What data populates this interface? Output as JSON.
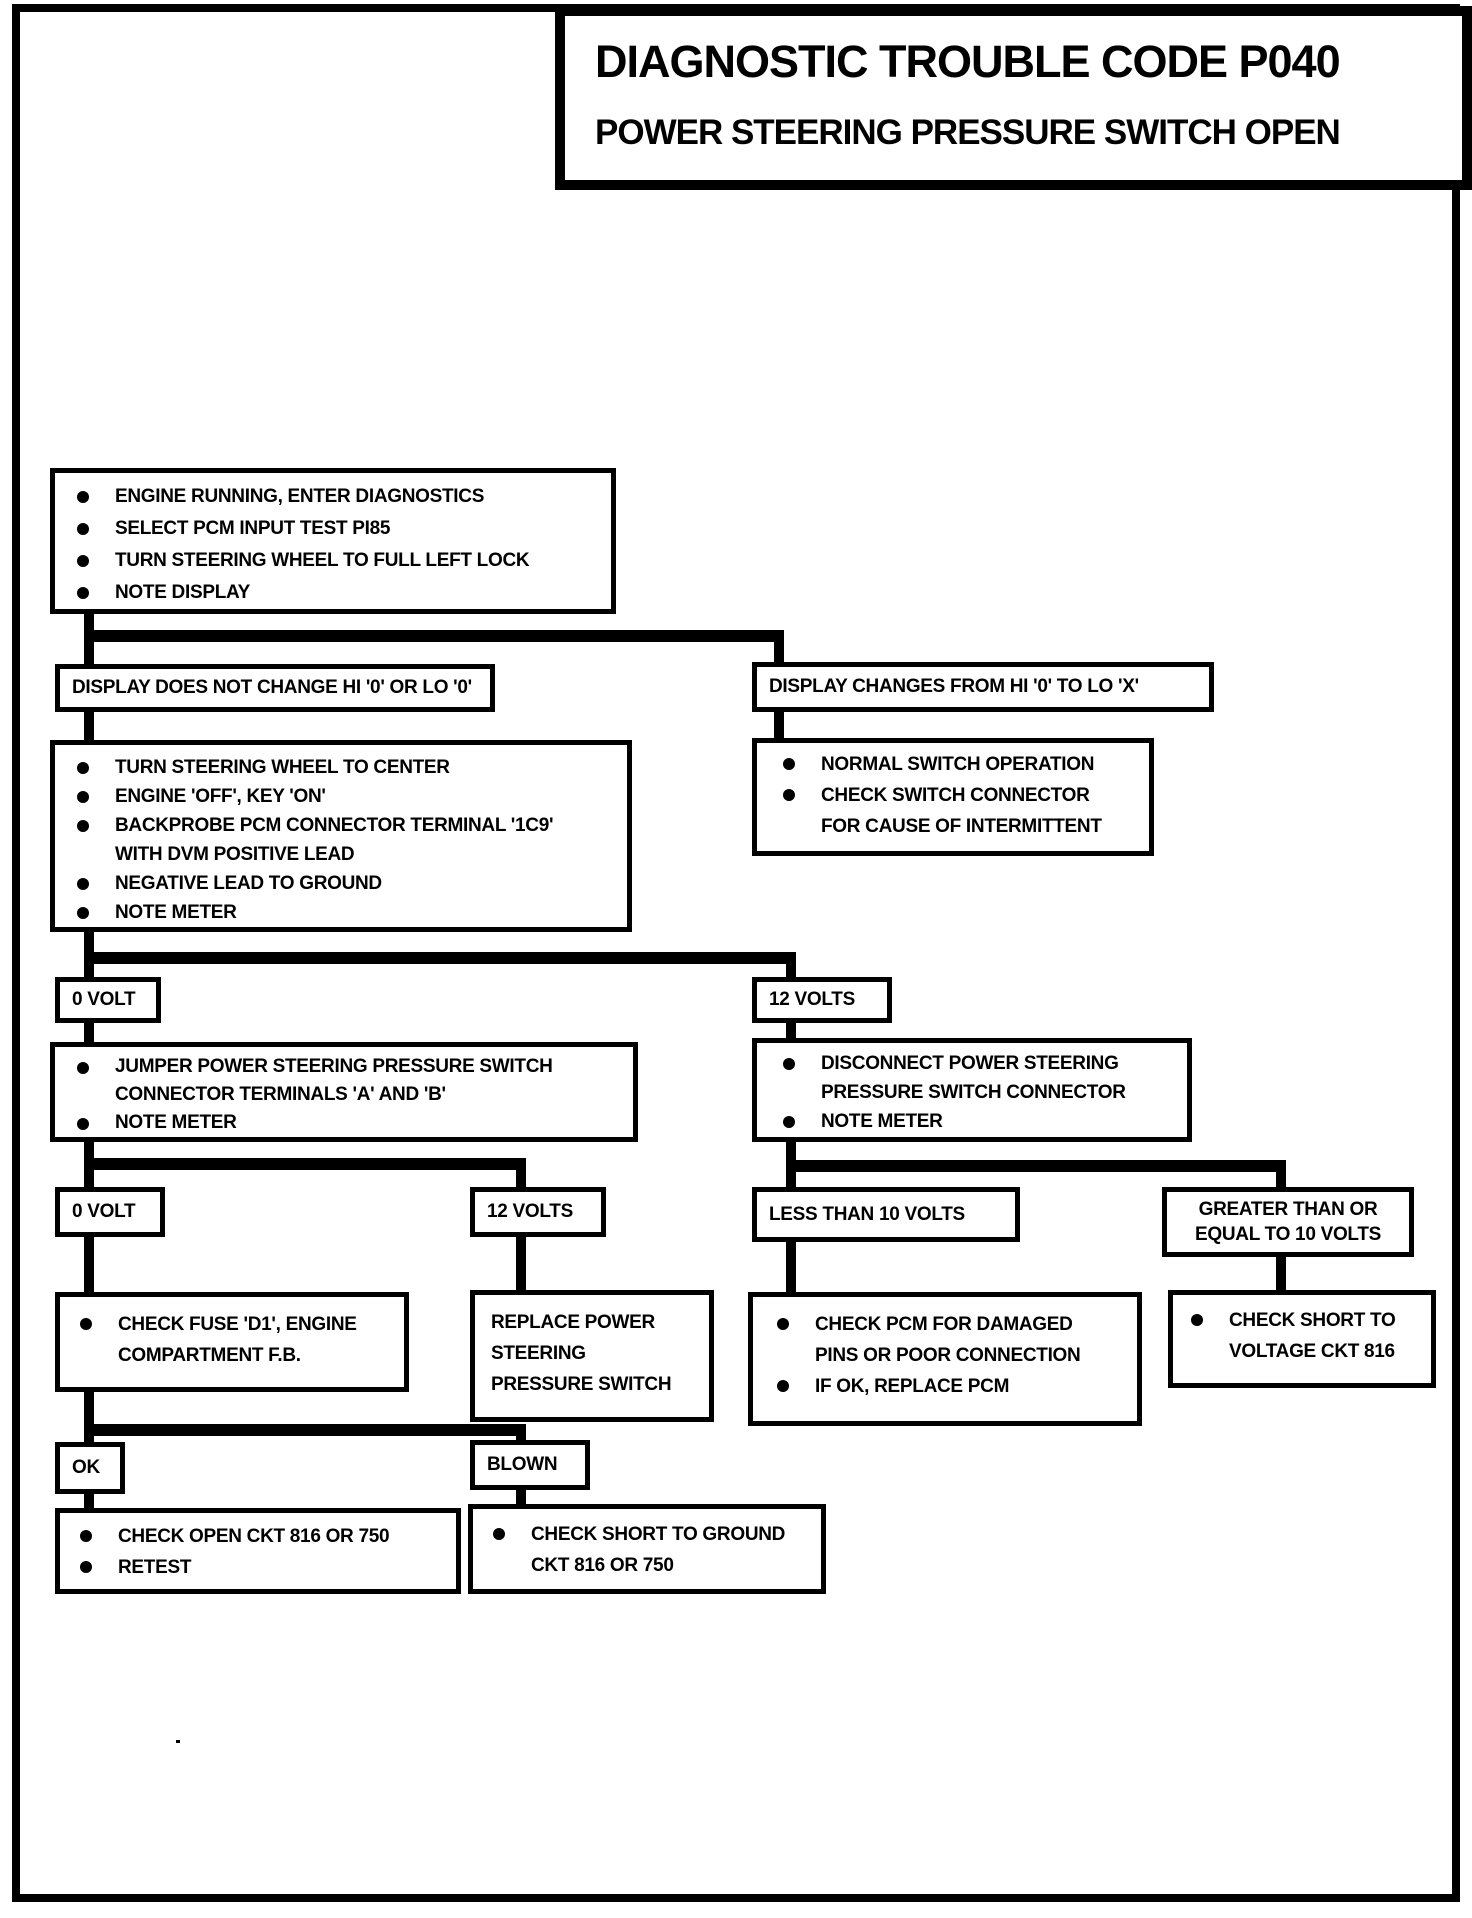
{
  "title_box": {
    "title": "DIAGNOSTIC TROUBLE CODE P040",
    "subtitle": "POWER STEERING PRESSURE SWITCH OPEN"
  },
  "flow": {
    "start": {
      "items": [
        "ENGINE RUNNING, ENTER DIAGNOSTICS",
        "SELECT PCM INPUT TEST PI85",
        "TURN STEERING WHEEL TO FULL LEFT LOCK",
        "NOTE DISPLAY"
      ]
    },
    "display_no_change": {
      "label": "DISPLAY DOES NOT CHANGE HI '0' OR LO '0'"
    },
    "display_changes": {
      "label": "DISPLAY CHANGES FROM HI '0' TO LO 'X'"
    },
    "backprobe": {
      "items": [
        "TURN STEERING WHEEL TO CENTER",
        "ENGINE 'OFF', KEY 'ON'",
        "BACKPROBE PCM CONNECTOR TERMINAL '1C9'\nWITH DVM POSITIVE LEAD",
        "NEGATIVE LEAD TO GROUND",
        "NOTE METER"
      ]
    },
    "normal_switch": {
      "items": [
        "NORMAL SWITCH OPERATION",
        "CHECK SWITCH CONNECTOR\nFOR CAUSE OF INTERMITTENT"
      ]
    },
    "volt0_first": {
      "label": "0 VOLT"
    },
    "volts12_first": {
      "label": "12 VOLTS"
    },
    "jumper": {
      "items": [
        "JUMPER POWER STEERING PRESSURE SWITCH\nCONNECTOR TERMINALS 'A' AND 'B'",
        "NOTE METER"
      ]
    },
    "disconnect": {
      "items": [
        "DISCONNECT POWER STEERING\nPRESSURE SWITCH CONNECTOR",
        "NOTE METER"
      ]
    },
    "volt0_second": {
      "label": "0 VOLT"
    },
    "volts12_second": {
      "label": "12 VOLTS"
    },
    "less_than_10": {
      "label": "LESS THAN 10 VOLTS"
    },
    "gte_10": {
      "label": "GREATER THAN OR\nEQUAL TO 10 VOLTS"
    },
    "check_fuse": {
      "items": [
        "CHECK FUSE 'D1', ENGINE\nCOMPARTMENT F.B."
      ]
    },
    "replace_switch": {
      "text": "REPLACE POWER\nSTEERING\nPRESSURE SWITCH"
    },
    "check_pcm": {
      "items": [
        "CHECK PCM FOR DAMAGED\nPINS OR POOR CONNECTION",
        "IF OK,  REPLACE PCM"
      ]
    },
    "check_short_voltage": {
      "items": [
        "CHECK SHORT TO\nVOLTAGE CKT 816"
      ]
    },
    "ok": {
      "label": "OK"
    },
    "blown": {
      "label": "BLOWN"
    },
    "check_open": {
      "items": [
        "CHECK OPEN CKT 816 OR 750",
        "RETEST"
      ]
    },
    "check_short_ground": {
      "items": [
        "CHECK SHORT TO GROUND\nCKT 816 OR 750"
      ]
    }
  }
}
